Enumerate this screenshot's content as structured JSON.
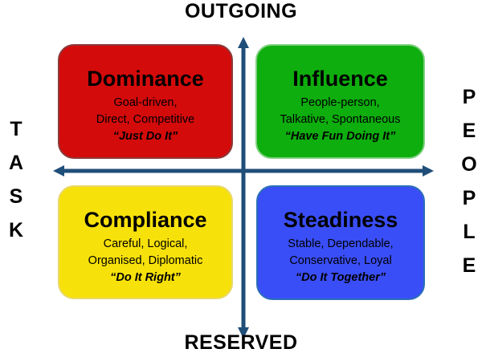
{
  "axes": {
    "top": "OUTGOING",
    "bottom": "RESERVED",
    "left": "TASK",
    "right": "PEOPLE"
  },
  "colors": {
    "axis": "#1f4e79",
    "dominance": "#d40b0b",
    "influence": "#0eae0e",
    "compliance": "#f7e10a",
    "steadiness": "#3a4ef7"
  },
  "quadrants": {
    "dominance": {
      "title": "Dominance",
      "line1": "Goal-driven,",
      "line2": "Direct, Competitive",
      "motto": "“Just Do It”"
    },
    "influence": {
      "title": "Influence",
      "line1": "People-person,",
      "line2": "Talkative, Spontaneous",
      "motto": "“Have Fun Doing It”"
    },
    "compliance": {
      "title": "Compliance",
      "line1": "Careful, Logical,",
      "line2": "Organised, Diplomatic",
      "motto": "“Do It Right”"
    },
    "steadiness": {
      "title": "Steadiness",
      "line1": "Stable, Dependable,",
      "line2": "Conservative,  Loyal",
      "motto": "“Do It Together”"
    }
  }
}
